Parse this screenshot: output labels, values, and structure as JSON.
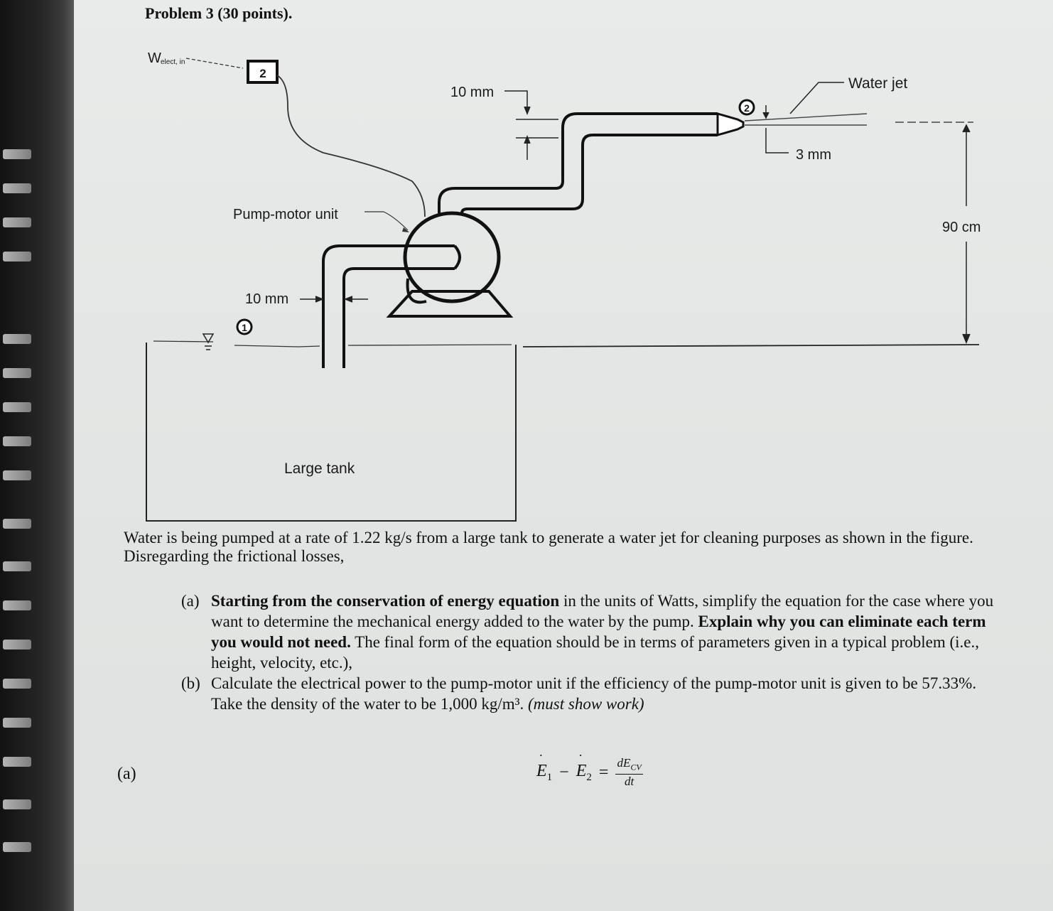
{
  "header": {
    "title": "Problem 3 (30 points)."
  },
  "figure": {
    "labels": {
      "w_elect": "W",
      "w_elect_sub": "elect, in",
      "pump_motor_unit": "Pump-motor unit",
      "ten_mm_top": "10 mm",
      "ten_mm_left": "10 mm",
      "three_mm": "3 mm",
      "water_jet": "Water jet",
      "ninety_cm": "90 cm",
      "large_tank": "Large tank",
      "point_1": "1",
      "point_2": "2",
      "wattmeter": "2"
    }
  },
  "problem": {
    "intro": "Water is being pumped at a rate of 1.22 kg/s from a large tank to generate a water jet for cleaning purposes as shown in the figure. Disregarding the frictional losses,",
    "parts": [
      {
        "label": "(a)",
        "bold1": "Starting from the conservation of energy equation",
        "text1": " in the units of Watts, simplify the equation for the case where you want to determine the mechanical energy added to the water by the pump. ",
        "bold2": "Explain why you can eliminate each term you would not need.",
        "text2": " The final form of the equation should be in terms of parameters given in a typical problem (i.e., height, velocity, etc.),"
      },
      {
        "label": "(b)",
        "text1": "Calculate the electrical power to the pump-motor unit if the efficiency of the pump-motor unit is given to be 57.33%. Take the density of the water to be 1,000 kg/m³. ",
        "italic": "(must show work)"
      }
    ]
  },
  "answer": {
    "label": "(a)",
    "equation": {
      "term1": "E",
      "term1_sub": "1",
      "minus": "−",
      "term2": "E",
      "term2_sub": "2",
      "equals": "=",
      "numerator": "dE",
      "numerator_sub": "CV",
      "denominator": "dt"
    }
  }
}
